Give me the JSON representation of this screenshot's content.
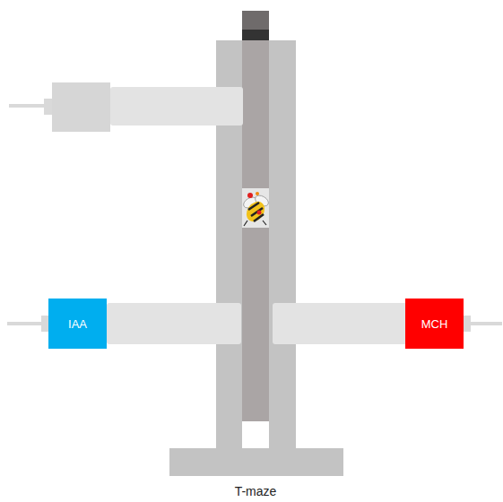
{
  "diagram": {
    "caption": "T-maze",
    "nodes": [
      {
        "text": [
          "IAA"
        ]
      },
      {
        "text": [
          "MCH"
        ]
      }
    ]
  }
}
